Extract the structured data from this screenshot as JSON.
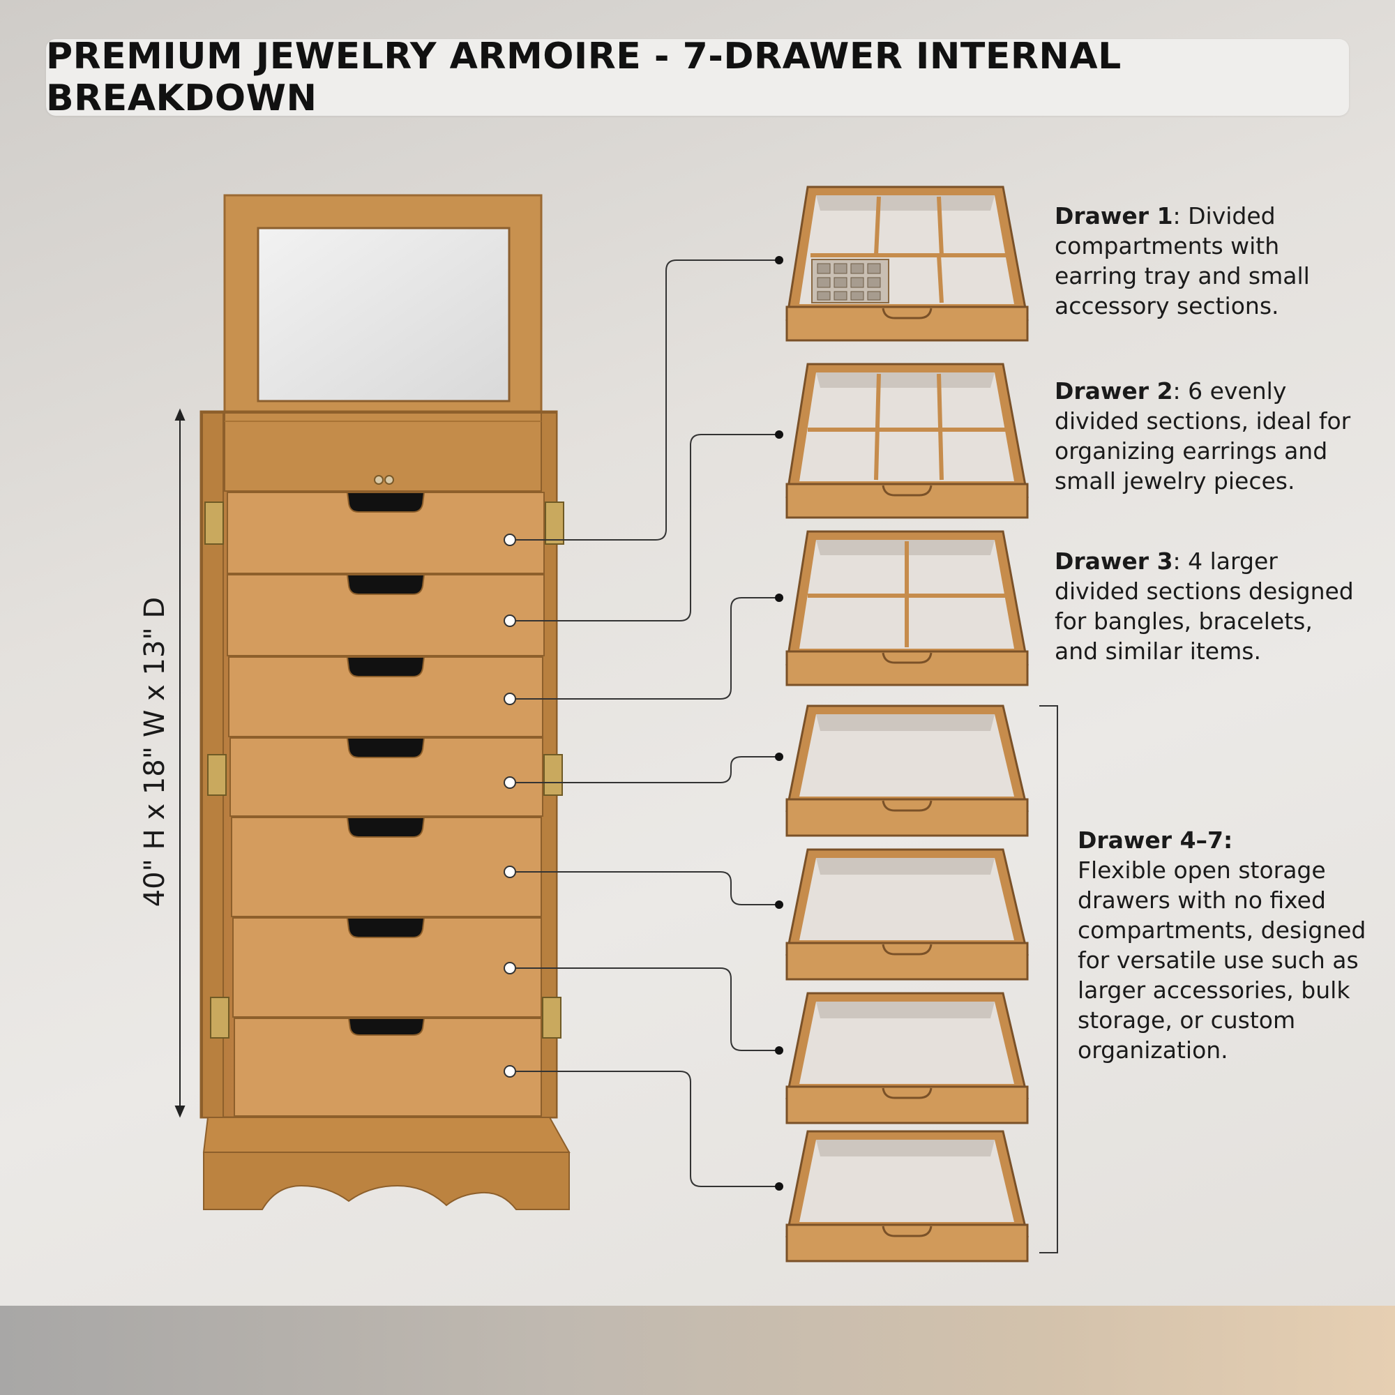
{
  "title": "PREMIUM JEWELRY ARMOIRE - 7-DRAWER INTERNAL BREAKDOWN",
  "dimensions": "40\" H x 18\" W x 13\" D",
  "drawers": [
    {
      "name": "Drawer 1",
      "text": ": Divided compartments with earring tray and small accessory sections."
    },
    {
      "name": "Drawer 2",
      "text": ": 6 evenly divided sections, ideal for organizing earrings and small jewelry pieces."
    },
    {
      "name": "Drawer 3",
      "text": ": 4 larger divided sections designed for bangles, bracelets, and similar items."
    },
    {
      "name": "Drawer 4–7",
      "text": "Flexible open storage drawers with no fixed compartments, designed for versatile use such as larger accessories, bulk storage, or custom organization."
    }
  ],
  "colors": {
    "wood": "#c8914f",
    "wood_dark": "#a7763c",
    "felt": "#e6e1dc",
    "drawer_front": "#d4a066"
  }
}
